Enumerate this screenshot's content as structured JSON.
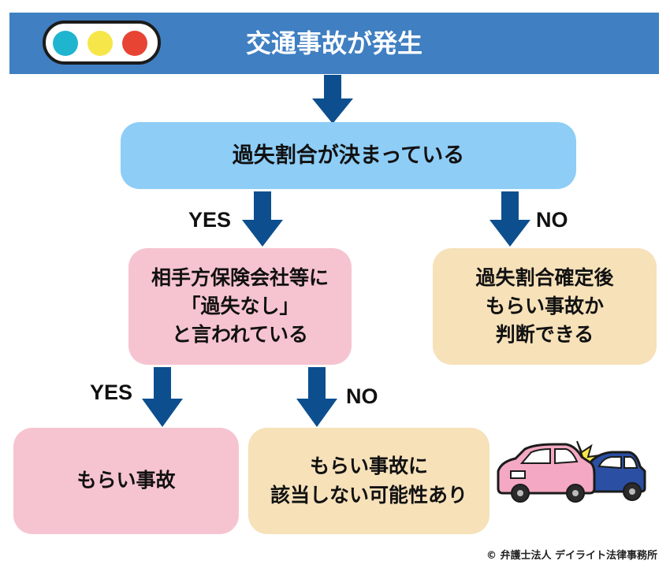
{
  "colors": {
    "header_bg": "#3f7fc2",
    "arrow": "#0d4f8e",
    "lamp_cyan": "#1fb5cf",
    "lamp_yellow": "#f7e64a",
    "lamp_red": "#e74434",
    "box_blue": "#8ecdf6",
    "box_pink": "#f6c4d0",
    "box_beige": "#f6e1b9"
  },
  "header": {
    "title": "交通事故が発生",
    "icon": "traffic-light-icon"
  },
  "nodes": {
    "q1": {
      "text": "過失割合が決まっている"
    },
    "q2": {
      "text": "相手方保険会社等に\n「過失なし」\nと言われている"
    },
    "r_undetermined": {
      "text": "過失割合確定後\nもらい事故か\n判断できる"
    },
    "r_moraijiko": {
      "text": "もらい事故"
    },
    "r_possible": {
      "text": "もらい事故に\n該当しない可能性あり"
    }
  },
  "edges": {
    "q1_yes": "YES",
    "q1_no": "NO",
    "q2_yes": "YES",
    "q2_no": "NO"
  },
  "illustration": {
    "icon": "car-collision-icon"
  },
  "copyright": "© 弁護士法人 デイライト法律事務所"
}
